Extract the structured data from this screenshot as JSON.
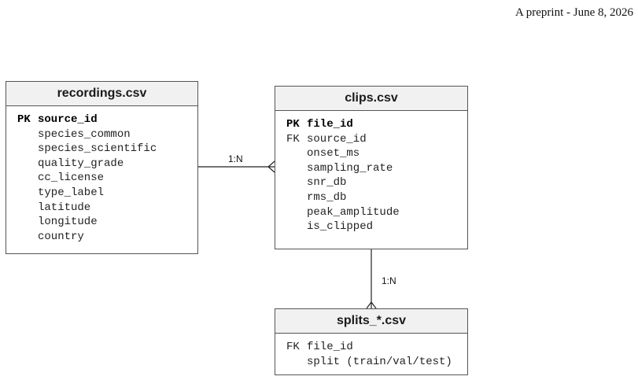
{
  "header": {
    "text": "A preprint - June 8, 2026"
  },
  "entities": {
    "recordings": {
      "title": "recordings.csv",
      "pk_key": "PK",
      "pk_field": "source_id",
      "fields": [
        "species_common",
        "species_scientific",
        "quality_grade",
        "cc_license",
        "type_label",
        "latitude",
        "longitude",
        "country"
      ]
    },
    "clips": {
      "title": "clips.csv",
      "pk_key": "PK",
      "pk_field": "file_id",
      "fk_key": "FK",
      "fk_field": "source_id",
      "fields": [
        "onset_ms",
        "sampling_rate",
        "snr_db",
        "rms_db",
        "peak_amplitude",
        "is_clipped"
      ]
    },
    "splits": {
      "title": "splits_*.csv",
      "fk_key": "FK",
      "fk_field": "file_id",
      "fields": [
        "split (train/val/test)"
      ]
    }
  },
  "relations": {
    "recordings_clips": "1:N",
    "clips_splits": "1:N"
  },
  "colors": {
    "border": "#555555",
    "title_bg": "#f1f1f1",
    "line": "#222222"
  }
}
